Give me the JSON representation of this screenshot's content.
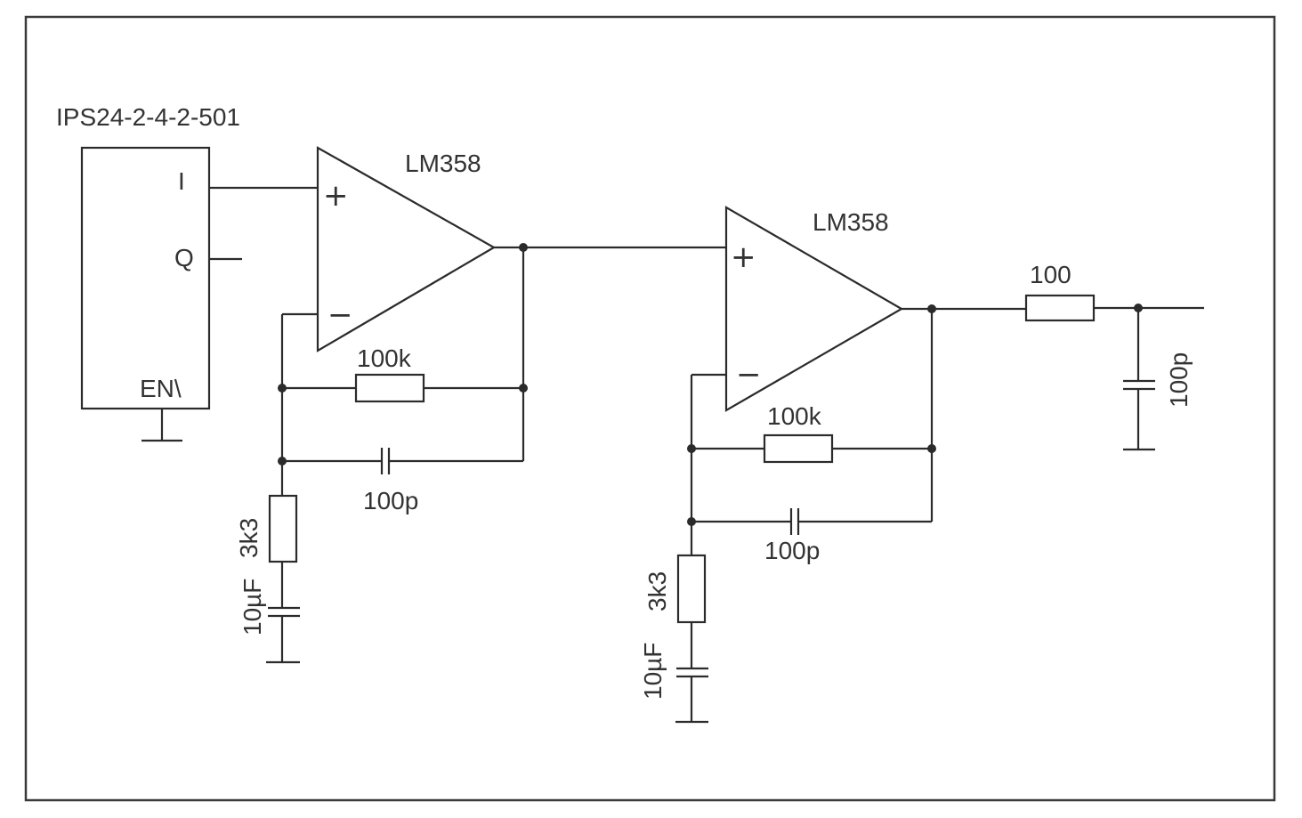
{
  "ic": {
    "part": "IPS24-2-4-2-501",
    "pin_i": "I",
    "pin_q": "Q",
    "pin_en": "EN\\"
  },
  "stage1": {
    "opamp": "LM358",
    "plus": "+",
    "minus": "−",
    "feedback_resistor": "100k",
    "feedback_capacitor": "100p",
    "ground_resistor": "3k3",
    "ground_capacitor": "10µF"
  },
  "stage2": {
    "opamp": "LM358",
    "plus": "+",
    "minus": "−",
    "feedback_resistor": "100k",
    "feedback_capacitor": "100p",
    "ground_resistor": "3k3",
    "ground_capacitor": "10µF"
  },
  "output_filter": {
    "resistor": "100",
    "capacitor": "100p"
  }
}
